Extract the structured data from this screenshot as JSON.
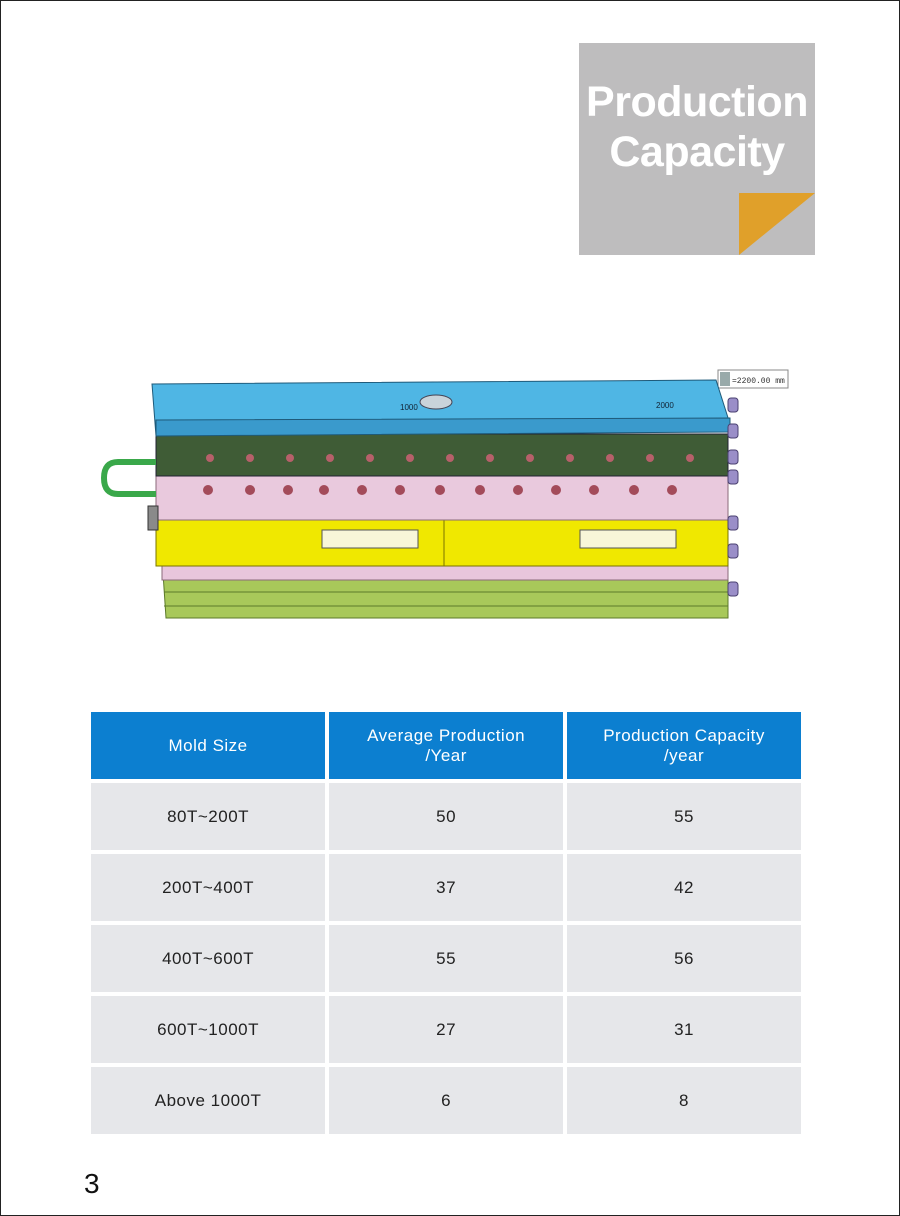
{
  "heading": {
    "line1": "Production",
    "line2": "Capacity",
    "box_color": "#bebdbe",
    "corner_color": "#e0a02a"
  },
  "figure": {
    "dimension_label": "=2200.00 mm",
    "mark_1000": "1000",
    "mark_2000": "2000"
  },
  "table": {
    "header_color": "#0c7fd0",
    "cell_color": "#e6e7ea",
    "headers": [
      {
        "line1": "Mold Size",
        "line2": ""
      },
      {
        "line1": "Average Production",
        "line2": "/Year"
      },
      {
        "line1": "Production Capacity",
        "line2": "/year"
      }
    ],
    "rows": [
      [
        "80T~200T",
        "50",
        "55"
      ],
      [
        "200T~400T",
        "37",
        "42"
      ],
      [
        "400T~600T",
        "55",
        "56"
      ],
      [
        "600T~1000T",
        "27",
        "31"
      ],
      [
        "Above 1000T",
        "6",
        "8"
      ]
    ]
  },
  "page_number": "3"
}
